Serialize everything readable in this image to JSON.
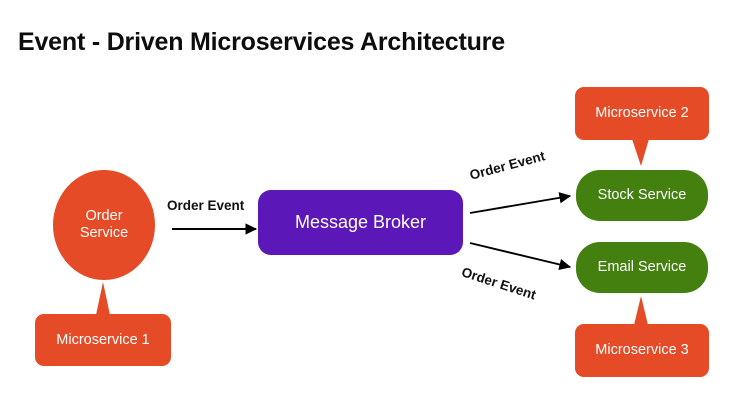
{
  "title": "Event - Driven Microservices Architecture",
  "palette": {
    "orange": "#E44B26",
    "purple": "#5B17B8",
    "green": "#43800F",
    "background": "#FFFFFF",
    "text_dark": "#0D0D0D",
    "text_light": "#FFFFFF",
    "arrow": "#000000"
  },
  "nodes": {
    "order_service": {
      "label": "Order\nService",
      "line1": "Order",
      "line2": "Service",
      "shape": "ellipse",
      "color": "#E44B26"
    },
    "message_broker": {
      "label": "Message Broker",
      "shape": "rounded-rect",
      "color": "#5B17B8"
    },
    "stock_service": {
      "label": "Stock Service",
      "shape": "rounded-rect",
      "color": "#43800F"
    },
    "email_service": {
      "label": "Email Service",
      "shape": "rounded-rect",
      "color": "#43800F"
    },
    "microservice_1": {
      "label": "Microservice 1",
      "shape": "callout-up",
      "color": "#E44B26"
    },
    "microservice_2": {
      "label": "Microservice 2",
      "shape": "callout-down",
      "color": "#E44B26"
    },
    "microservice_3": {
      "label": "Microservice 3",
      "shape": "callout-up",
      "color": "#E44B26"
    }
  },
  "edges": [
    {
      "id": "order-to-broker",
      "label": "Order Event",
      "from": "order_service",
      "to": "message_broker",
      "style": "arrow"
    },
    {
      "id": "broker-to-stock",
      "label": "Order Event",
      "from": "message_broker",
      "to": "stock_service",
      "style": "arrow"
    },
    {
      "id": "broker-to-email",
      "label": "Order Event",
      "from": "message_broker",
      "to": "email_service",
      "style": "arrow"
    }
  ]
}
